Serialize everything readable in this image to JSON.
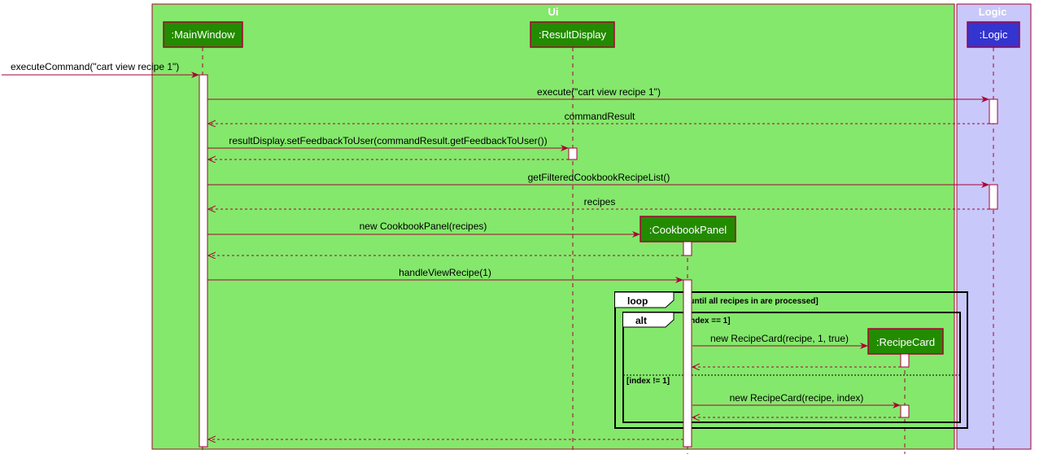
{
  "colors": {
    "ui_box": "#84E86C",
    "logic_box": "#C8C8FA",
    "box_border": "#A80036",
    "ui_participant": "#238B00",
    "logic_participant": "#3434D0",
    "arrow": "#A80036"
  },
  "boxes": {
    "ui": "Ui",
    "logic": "Logic"
  },
  "participants": {
    "main_window": ":MainWindow",
    "result_display": ":ResultDisplay",
    "logic": ":Logic",
    "cookbook_panel": ":CookbookPanel",
    "recipe_card": ":RecipeCard"
  },
  "messages": {
    "m1": "executeCommand(\"cart view recipe 1\")",
    "m2": "execute(\"cart view recipe 1\")",
    "m3": "commandResult",
    "m4": "resultDisplay.setFeedbackToUser(commandResult.getFeedbackToUser())",
    "m5": "getFilteredCookbookRecipeList()",
    "m6": "recipes",
    "m7": "new CookbookPanel(recipes)",
    "m8": "handleViewRecipe(1)",
    "m9": "new RecipeCard(recipe, 1, true)",
    "m10": "new RecipeCard(recipe, index)"
  },
  "fragments": {
    "loop_kw": "loop",
    "loop_guard": "[until all recipes in are processed]",
    "alt_kw": "alt",
    "alt_guard1": "[index == 1]",
    "alt_guard2": "[index != 1]"
  }
}
